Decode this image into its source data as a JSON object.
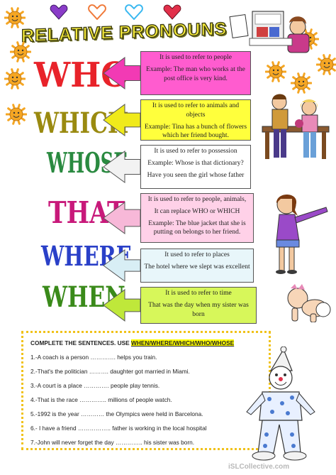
{
  "title": "RELATIVE PRONOUNS",
  "colors": {
    "heart_purple": "#8a3cc8",
    "heart_orange": "#f07a3a",
    "heart_blue": "#3ab8f0",
    "heart_red": "#e2304a",
    "sun": "#f5a623"
  },
  "icons": [
    "heart-icon",
    "sun-icon",
    "newspaper-reader-clipart",
    "couple-on-bench-clipart",
    "girl-pointing-clipart",
    "crawling-baby-clipart",
    "clown-clipart"
  ],
  "pronouns": [
    {
      "word": "WHO",
      "color": "#e8232a",
      "arrow_color": "#f23ab4",
      "box_color": "#ff5ccf",
      "lines": [
        "It is used to refer to people",
        "Example: The man who works at the post office is very kind."
      ]
    },
    {
      "word": "WHICH",
      "color": "#9a8a10",
      "arrow_color": "#f0ea1a",
      "box_color": "#ffff3c",
      "lines": [
        "It is used to refer to animals and objects",
        "Example: Tina has a bunch of flowers which her friend bought."
      ]
    },
    {
      "word": "WHOSE",
      "color": "#2a8a40",
      "arrow_color": "#f2f2f2",
      "box_color": "#ffffff",
      "lines": [
        "It is used to refer to possession",
        "Example: Whose is that dictionary?",
        "Have you seen the girl whose father"
      ]
    },
    {
      "word": "THAT",
      "color": "#c8197a",
      "arrow_color": "#f7b8d8",
      "box_color": "#ffd1e8",
      "lines": [
        "It is used to refer to people, animals,",
        "It can replace WHO or WHICH",
        "Example: The blue jacket that she is putting on belongs to her friend."
      ]
    },
    {
      "word": "WHERE",
      "color": "#2a40c8",
      "arrow_color": "#d8eef5",
      "box_color": "#e8f6fa",
      "lines": [
        "It used to refer to places",
        "The hotel where we slept was excellent"
      ]
    },
    {
      "word": "WHEN",
      "color": "#3a8a1a",
      "arrow_color": "#bfe83a",
      "box_color": "#d7f75a",
      "lines": [
        "It is used to refer to time",
        "That was the day when my sister was born"
      ]
    }
  ],
  "exercise": {
    "title_prefix": "COMPLETE THE SENTENCES. USE ",
    "title_highlight": "WHEN/WHERE/WHICH/WHO/WHOSE",
    "sentences": [
      "1.-A coach is a person …………. helps you train.",
      "2.-That's the politician ………. daughter got married in Miami.",
      "3.-A court is a place …………. people play tennis.",
      "4.-That is the race ………….. millions of people watch.",
      "5.-1992 is the year ………… the Olympics were held in Barcelona.",
      "6.- I have a friend …………….. father is working in the local hospital",
      "7.-John will never forget the day ………….. his sister was born."
    ]
  },
  "watermark": "iSLCollective.com"
}
